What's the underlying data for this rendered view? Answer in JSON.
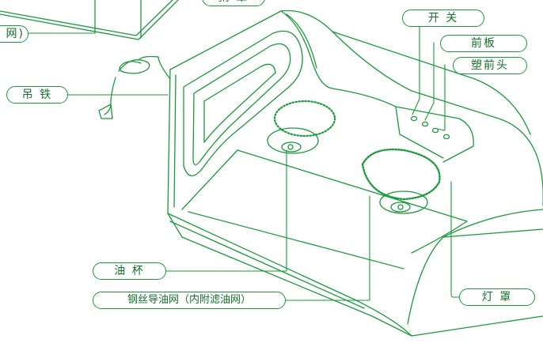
{
  "labels": {
    "top_partial": "粥  罩",
    "left_partial": "网)",
    "switch": "开  关",
    "front_panel": "前板",
    "plastic_head": "塑前头",
    "hanger": "吊  铁",
    "oil_cup": "油  杯",
    "wire_mesh": "钢丝导油网（内附滤油网）",
    "lamp_cover": "灯  罩"
  },
  "colors": {
    "line": "#1a9a3a",
    "text": "#14702b",
    "background": "#ffffff"
  }
}
